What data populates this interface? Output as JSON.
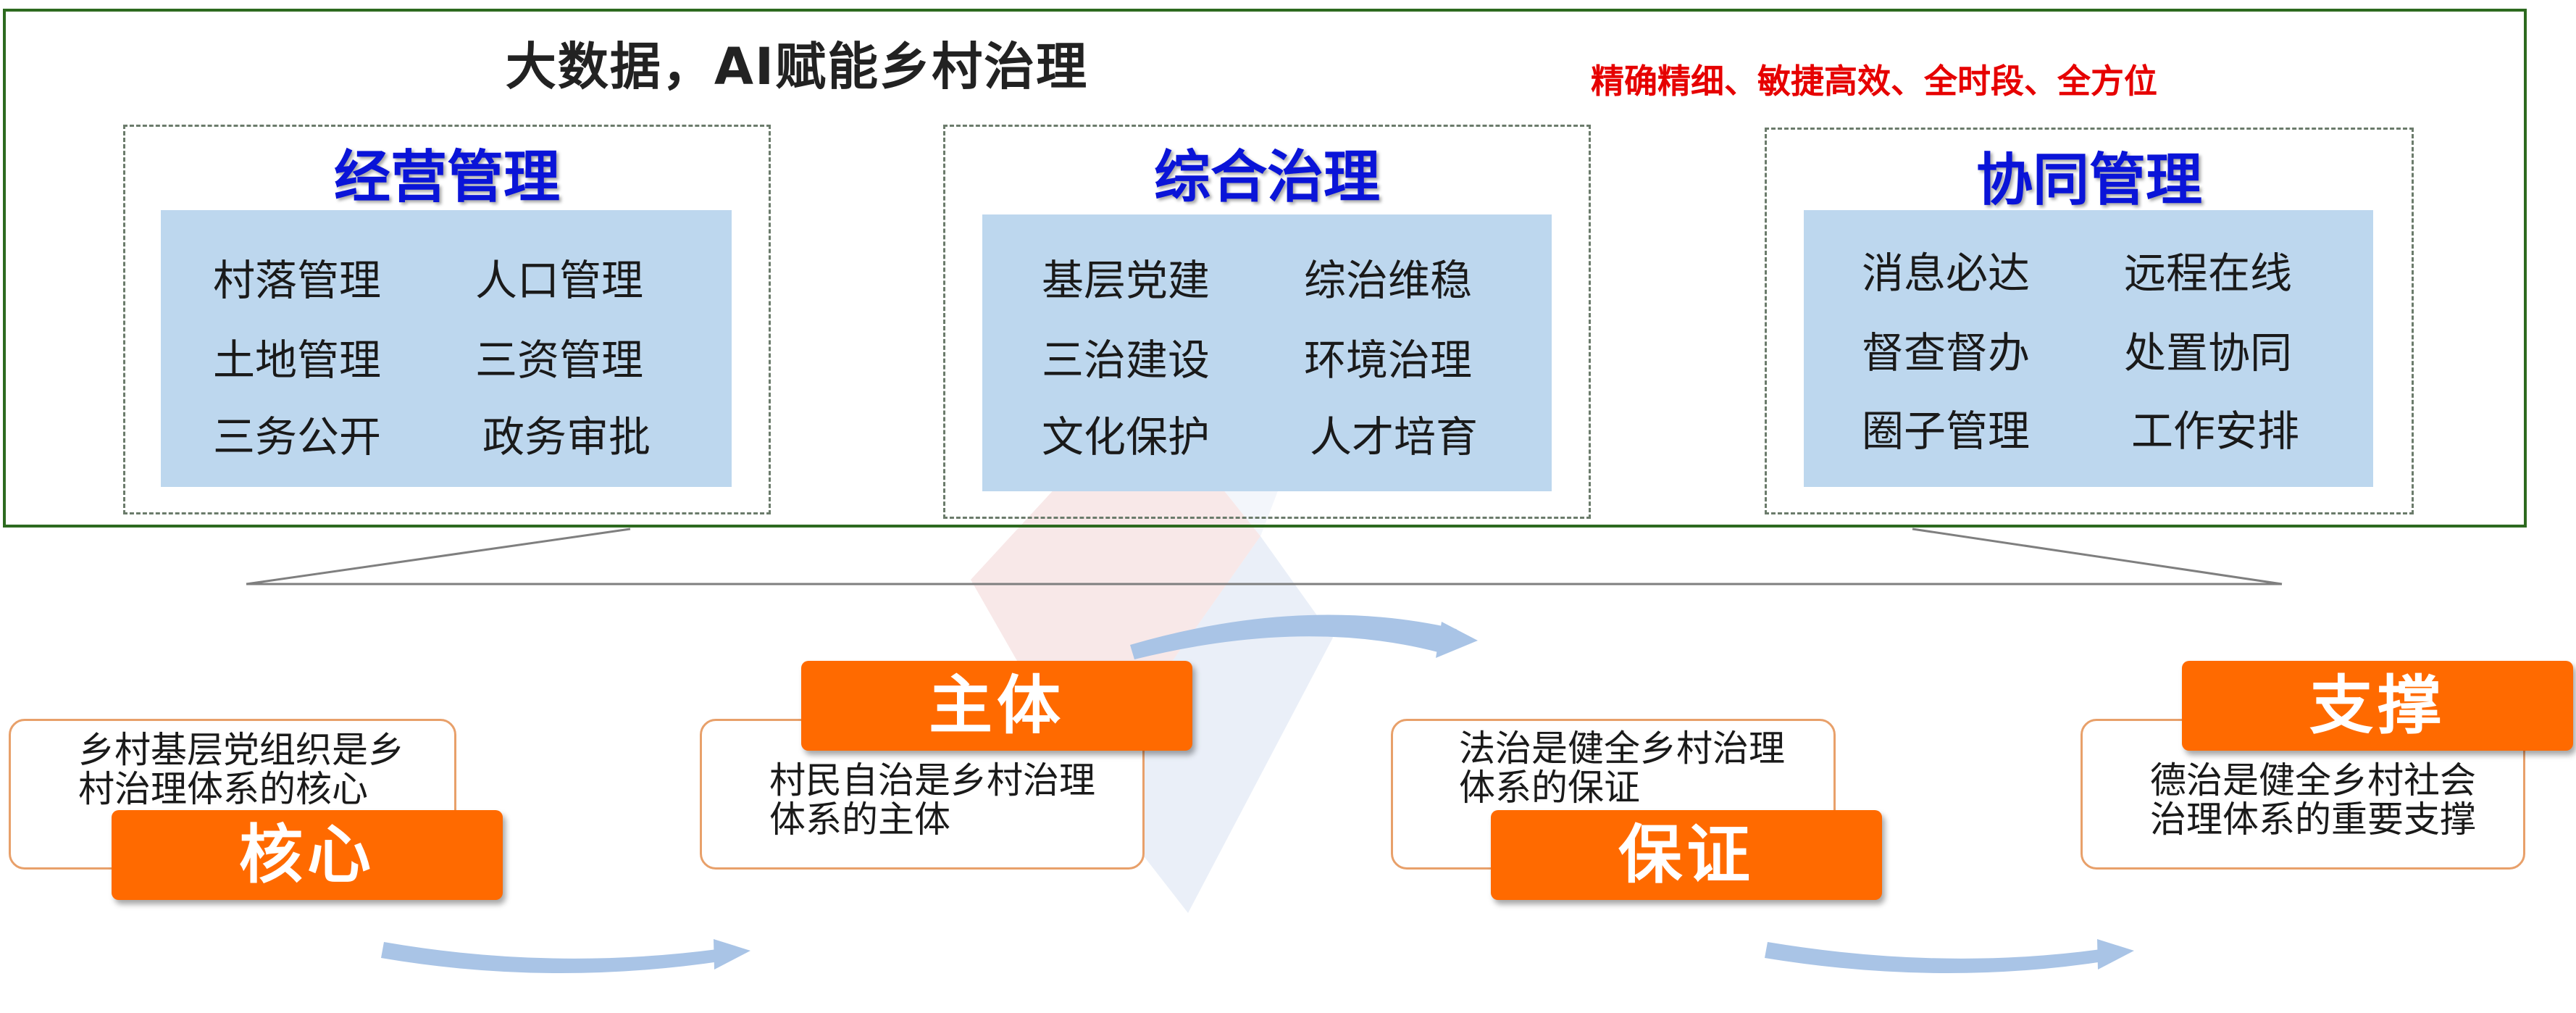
{
  "header": {
    "title": "大数据，AI赋能乡村治理",
    "tagline": "精确精细、敏捷高效、全时段、全方位"
  },
  "panels": [
    {
      "title": "经营管理",
      "items": [
        "村落管理",
        "人口管理",
        "土地管理",
        "三资管理",
        "三务公开",
        "政务审批"
      ]
    },
    {
      "title": "综合治理",
      "items": [
        "基层党建",
        "综治维稳",
        "三治建设",
        "环境治理",
        "文化保护",
        "人才培育"
      ]
    },
    {
      "title": "协同管理",
      "items": [
        "消息必达",
        "远程在线",
        "督查督办",
        "处置协同",
        "圈子管理",
        "工作安排"
      ]
    }
  ],
  "pillars": [
    {
      "tag": "核心",
      "text": [
        "乡村基层党组织是乡",
        "村治理体系的核心"
      ]
    },
    {
      "tag": "主体",
      "text": [
        "村民自治是乡村治理",
        "体系的主体"
      ]
    },
    {
      "tag": "保证",
      "text": [
        "法治是健全乡村治理",
        "体系的保证"
      ]
    },
    {
      "tag": "支撑",
      "text": [
        "德治是健全乡村社会",
        "治理体系的重要支撑"
      ]
    }
  ],
  "colors": {
    "frame": "#2d6a1f",
    "panel_title": "#0a14d8",
    "panel_fill": "#bdd7ee",
    "tagline": "#e60000",
    "tag_fill": "#ff6a00",
    "card_border": "#e8a06a",
    "arrow": "#a9c4e6"
  }
}
